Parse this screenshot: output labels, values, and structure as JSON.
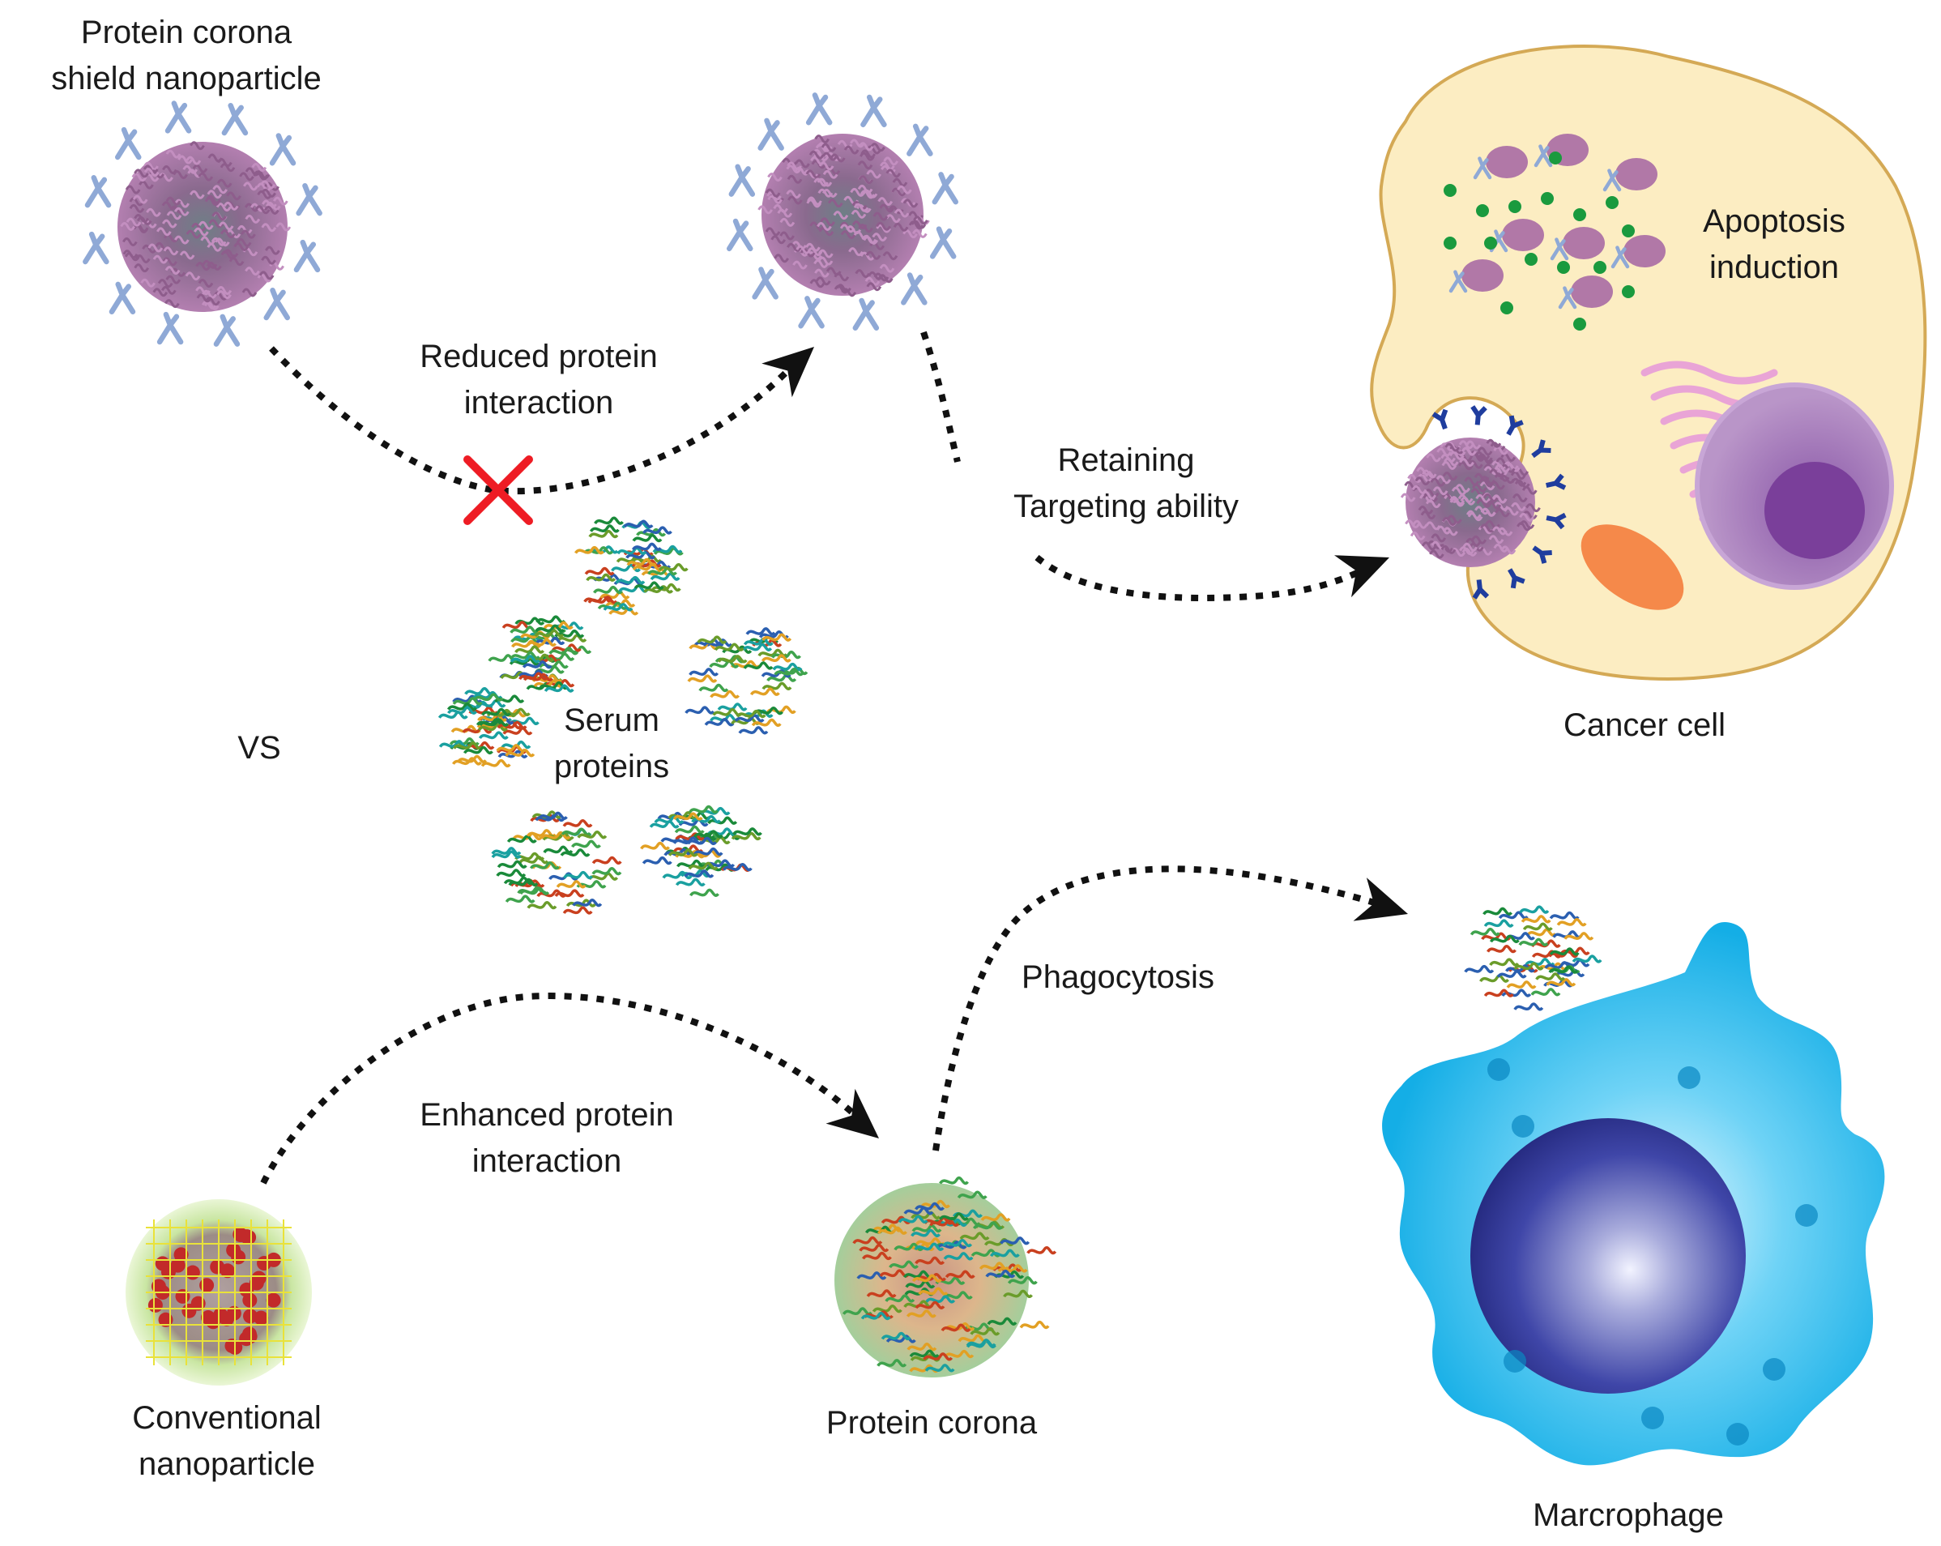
{
  "labels": {
    "shield_np": [
      "Protein corona",
      "shield nanoparticle"
    ],
    "reduced": [
      "Reduced protein",
      "interaction"
    ],
    "retaining": [
      "Retaining",
      "Targeting ability"
    ],
    "apoptosis": [
      "Apoptosis",
      "induction"
    ],
    "cancer_cell": "Cancer cell",
    "vs": "VS",
    "serum": [
      "Serum",
      "proteins"
    ],
    "phagocytosis": "Phagocytosis",
    "enhanced": [
      "Enhanced protein",
      "interaction"
    ],
    "conventional_np": [
      "Conventional",
      "nanoparticle"
    ],
    "protein_corona": "Protein corona",
    "macrophage": "Marcrophage"
  },
  "colors": {
    "np_core": "#9c6a98",
    "np_shell": "#b37fb0",
    "np_shield_ligand": "#8fa9d6",
    "cancer_cytoplasm": "#fcedc2",
    "cancer_outline": "#d4a955",
    "green_drug": "#1a9a3e",
    "receptor": "#1f3d9e",
    "mitochondrion": "#f5894a",
    "nucleus_cancer": "#a277b8",
    "er_pink": "#e9a4d6",
    "macrophage_body": "#29b8ea",
    "macrophage_nucleus": "#2a2f8f",
    "inhibit_cross": "#ee1c24",
    "arrow": "#111111"
  },
  "icons": [
    "shield-nanoparticle-icon",
    "cancer-cell-icon",
    "macrophage-icon",
    "conventional-nanoparticle-icon",
    "protein-corona-icon",
    "serum-protein-icon",
    "inhibition-cross-icon"
  ]
}
